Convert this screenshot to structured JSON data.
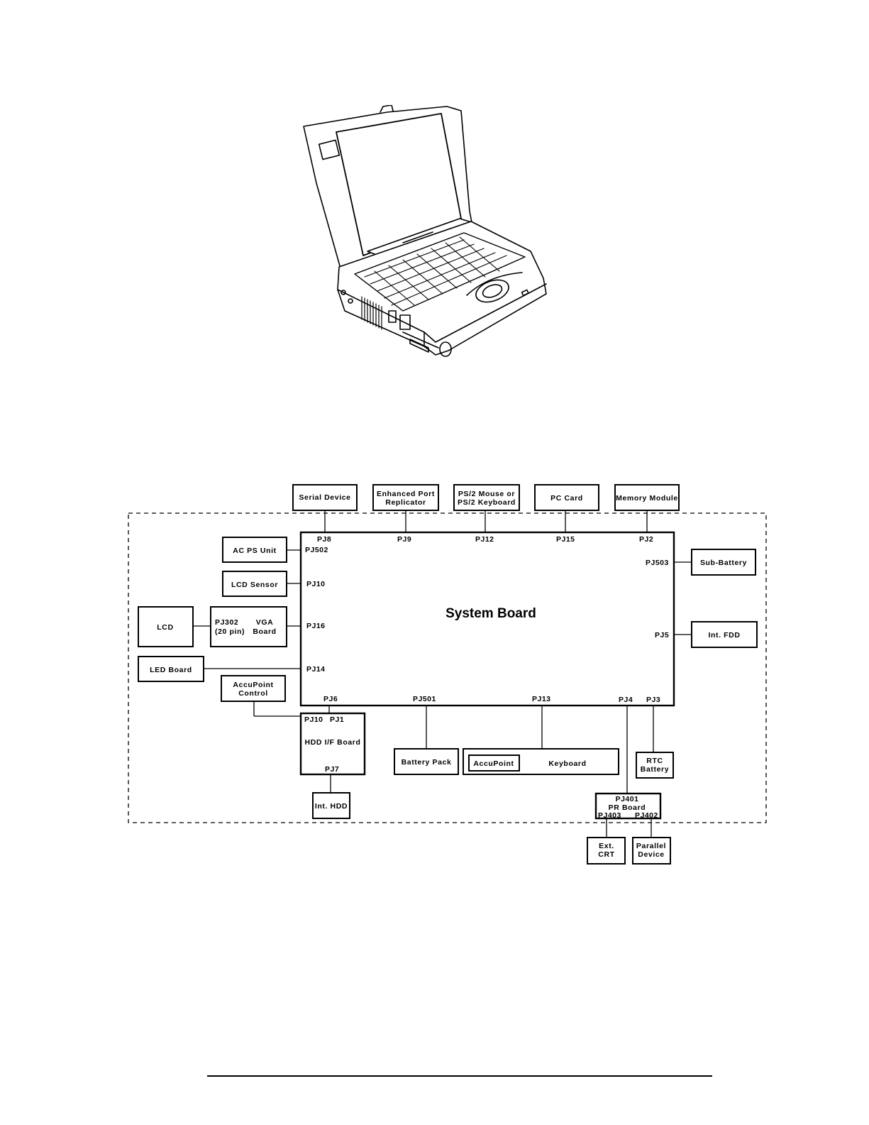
{
  "boxes": {
    "serial_device": "Serial Device",
    "port_replicator_1": "Enhanced Port",
    "port_replicator_2": "Replicator",
    "ps2_1": "PS/2 Mouse or",
    "ps2_2": "PS/2 Keyboard",
    "pc_card": "PC Card",
    "memory_module": "Memory Module",
    "ac_ps_unit": "AC PS Unit",
    "lcd_sensor": "LCD Sensor",
    "lcd": "LCD",
    "vga_pj302": "PJ302",
    "vga_pin": "(20 pin)",
    "vga_1": "VGA",
    "vga_2": "Board",
    "led_board": "LED Board",
    "accupoint_control_1": "AccuPoint",
    "accupoint_control_2": "Control",
    "sub_battery": "Sub-Battery",
    "int_fdd": "Int. FDD",
    "system_board": "System Board",
    "hdd_if_board": "HDD I/F Board",
    "int_hdd": "Int. HDD",
    "battery_pack": "Battery Pack",
    "accupoint": "AccuPoint",
    "keyboard": "Keyboard",
    "rtc_1": "RTC",
    "rtc_2": "Battery",
    "pr_board": "PR Board",
    "ext_crt_1": "Ext.",
    "ext_crt_2": "CRT",
    "parallel_1": "Parallel",
    "parallel_2": "Device"
  },
  "connectors": {
    "pj8": "PJ8",
    "pj9": "PJ9",
    "pj12": "PJ12",
    "pj15": "PJ15",
    "pj2": "PJ2",
    "pj502": "PJ502",
    "pj10": "PJ10",
    "pj16": "PJ16",
    "pj14": "PJ14",
    "pj503": "PJ503",
    "pj5": "PJ5",
    "pj6": "PJ6",
    "pj501": "PJ501",
    "pj13": "PJ13",
    "pj4": "PJ4",
    "pj3": "PJ3",
    "hdd_pj10": "PJ10",
    "hdd_pj1": "PJ1",
    "hdd_pj7": "PJ7",
    "pj401": "PJ401",
    "pj403": "PJ403",
    "pj402": "PJ402"
  }
}
